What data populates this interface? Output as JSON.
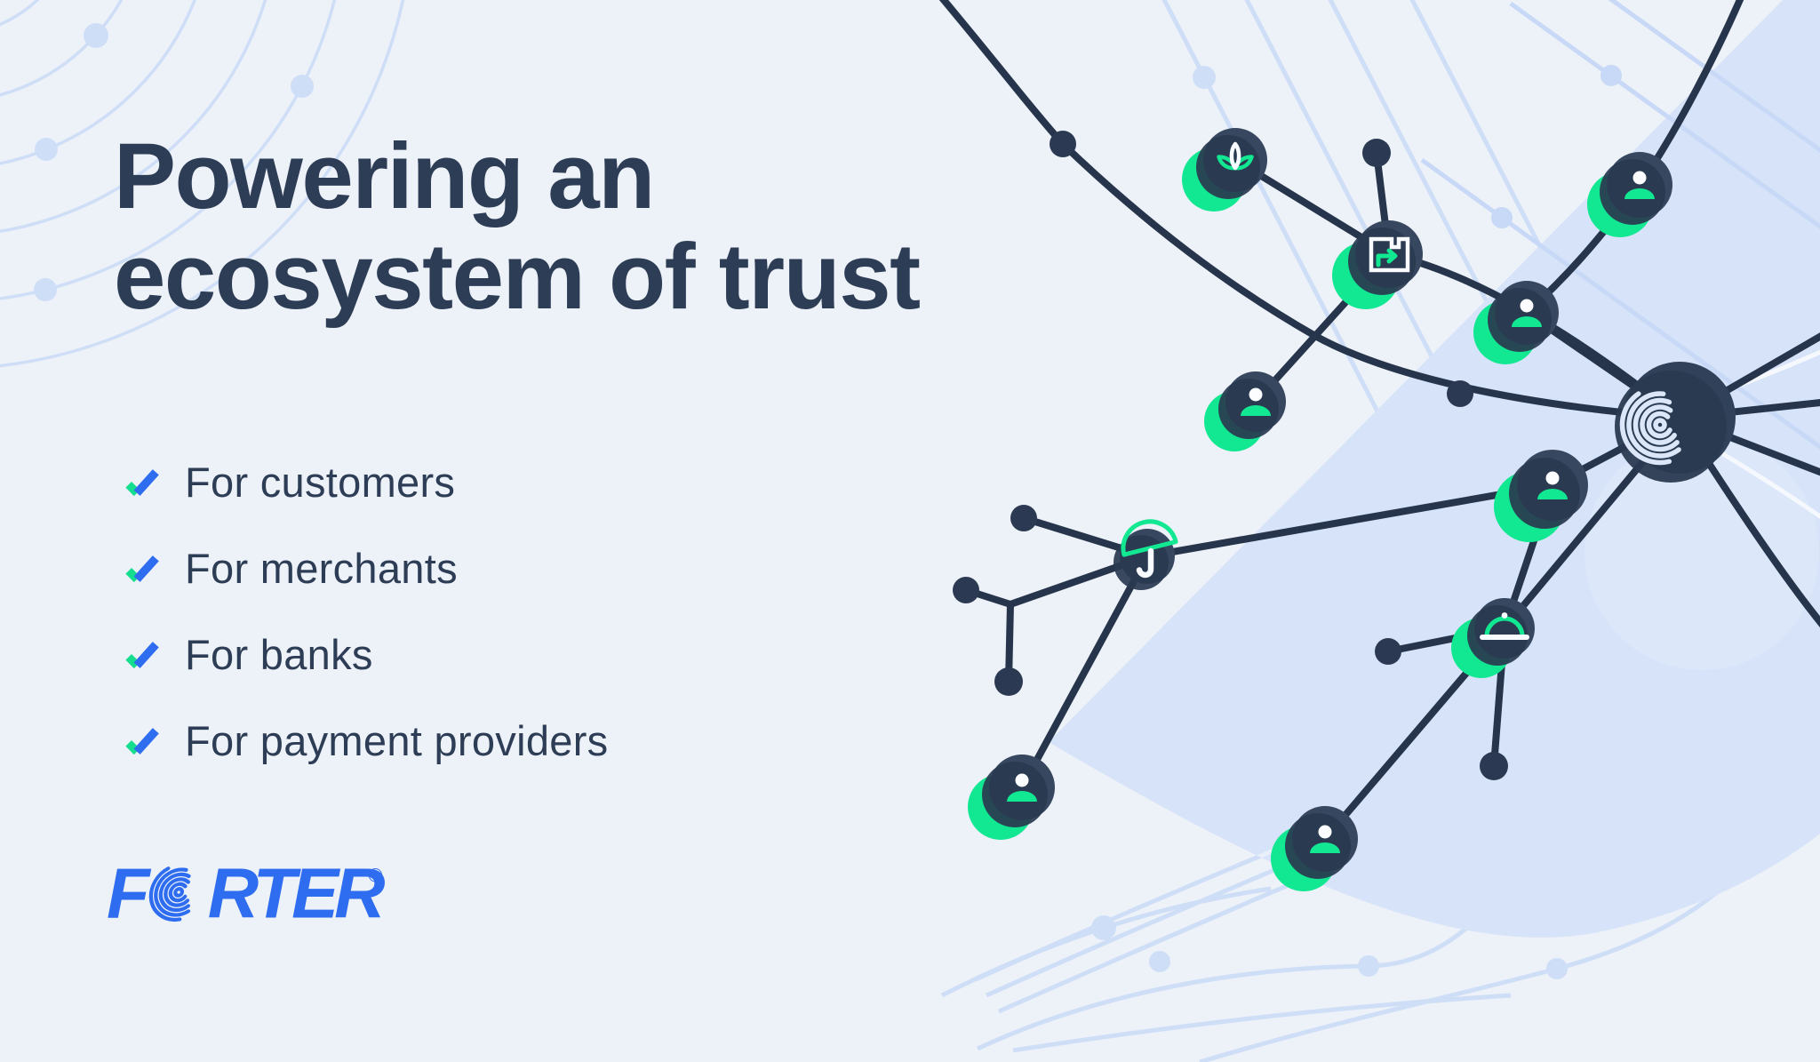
{
  "headline": {
    "line1": "Powering an",
    "line2": "ecosystem of trust"
  },
  "checklist": {
    "items": [
      {
        "label": "For customers"
      },
      {
        "label": "For merchants"
      },
      {
        "label": "For banks"
      },
      {
        "label": "For payment providers"
      }
    ]
  },
  "logo": {
    "full_name": "FORTER",
    "prefix": "F",
    "suffix": "RTER",
    "registered": "®",
    "o_glyph": "fingerprint"
  },
  "illustration": {
    "hub_icon": "fingerprint",
    "satellite_icons": [
      "leaf",
      "package",
      "person",
      "person",
      "person",
      "person",
      "person",
      "person",
      "umbrella",
      "cloche"
    ],
    "person_node_count": 6
  },
  "colors": {
    "background": "#edf1f8",
    "wedge": "#d7e3f9",
    "deco_line": "#cfdef7",
    "ink_text": "#2e3d56",
    "network_line": "#26354b",
    "node_dark": "#2b3a52",
    "node_light": "#37475f",
    "accent_green": "#12e792",
    "brand_blue": "#2e6cf0",
    "white_line": "#f5f8fd"
  }
}
